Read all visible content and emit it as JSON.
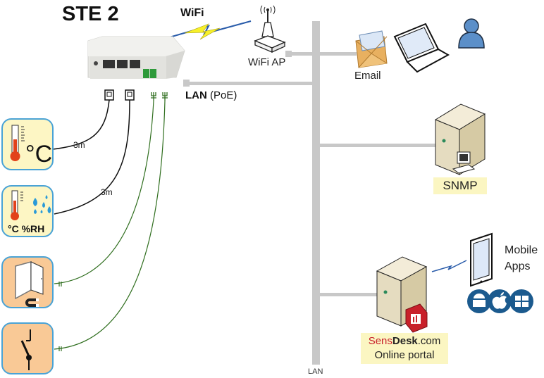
{
  "title": "STE 2",
  "wifi_label": "WiFi",
  "wifi_ap_label": "WiFi AP",
  "email_label": "Email",
  "lan_poe": {
    "bold": "LAN",
    "suffix": " (PoE)"
  },
  "lan_bus_label": "LAN",
  "snmp_label": "SNMP",
  "sensdesk": {
    "brand_red": "Sens",
    "brand_bold": "Desk",
    "brand_suffix": ".com",
    "subtitle": "Online portal"
  },
  "mobile_label": {
    "line1": "Mobile",
    "line2": "Apps"
  },
  "cable_labels": {
    "temp": "3m",
    "humidity": "3m"
  },
  "sensors": [
    {
      "type": "temperature",
      "label": "°C"
    },
    {
      "type": "temperature-humidity",
      "label": "°C %RH"
    },
    {
      "type": "door-contact",
      "label": ""
    },
    {
      "type": "switch-contact",
      "label": ""
    }
  ],
  "colors": {
    "bus": "#c8c8c8",
    "wire_black": "#111111",
    "wire_green": "#2f6e1e",
    "tile_yellow": "#fdf6c4",
    "tile_orange": "#f9c996",
    "tile_border": "#4aa3d6",
    "sensdesk_red": "#c8202a",
    "app_blue": "#1b5a8e"
  }
}
